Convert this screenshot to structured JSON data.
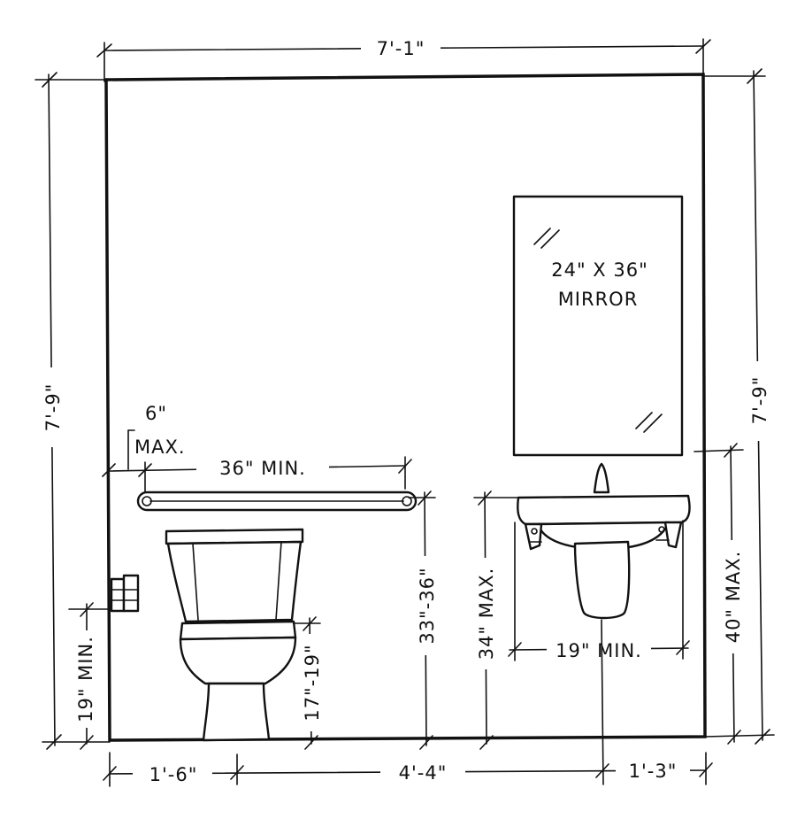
{
  "drawing": {
    "overall_width": "7'-1\"",
    "overall_height_left": "7'-9\"",
    "overall_height_right": "7'-9\"",
    "grab_bar_length": "36\" MIN.",
    "grab_bar_offset_line1": "6\"",
    "grab_bar_offset_line2": "MAX.",
    "grab_bar_height": "33\"-36\"",
    "seat_height": "17\"-19\"",
    "dispenser_height": "19\" MIN.",
    "sink_height": "34\" MAX.",
    "mirror_height": "40\" MAX.",
    "sink_knee_width": "19\" MIN.",
    "mirror_label_line1": "24\" X 36\"",
    "mirror_label_line2": "MIRROR",
    "toilet_centerline": "1'-6\"",
    "toilet_to_sink": "4'-4\"",
    "sink_to_wall": "1'-3\""
  }
}
